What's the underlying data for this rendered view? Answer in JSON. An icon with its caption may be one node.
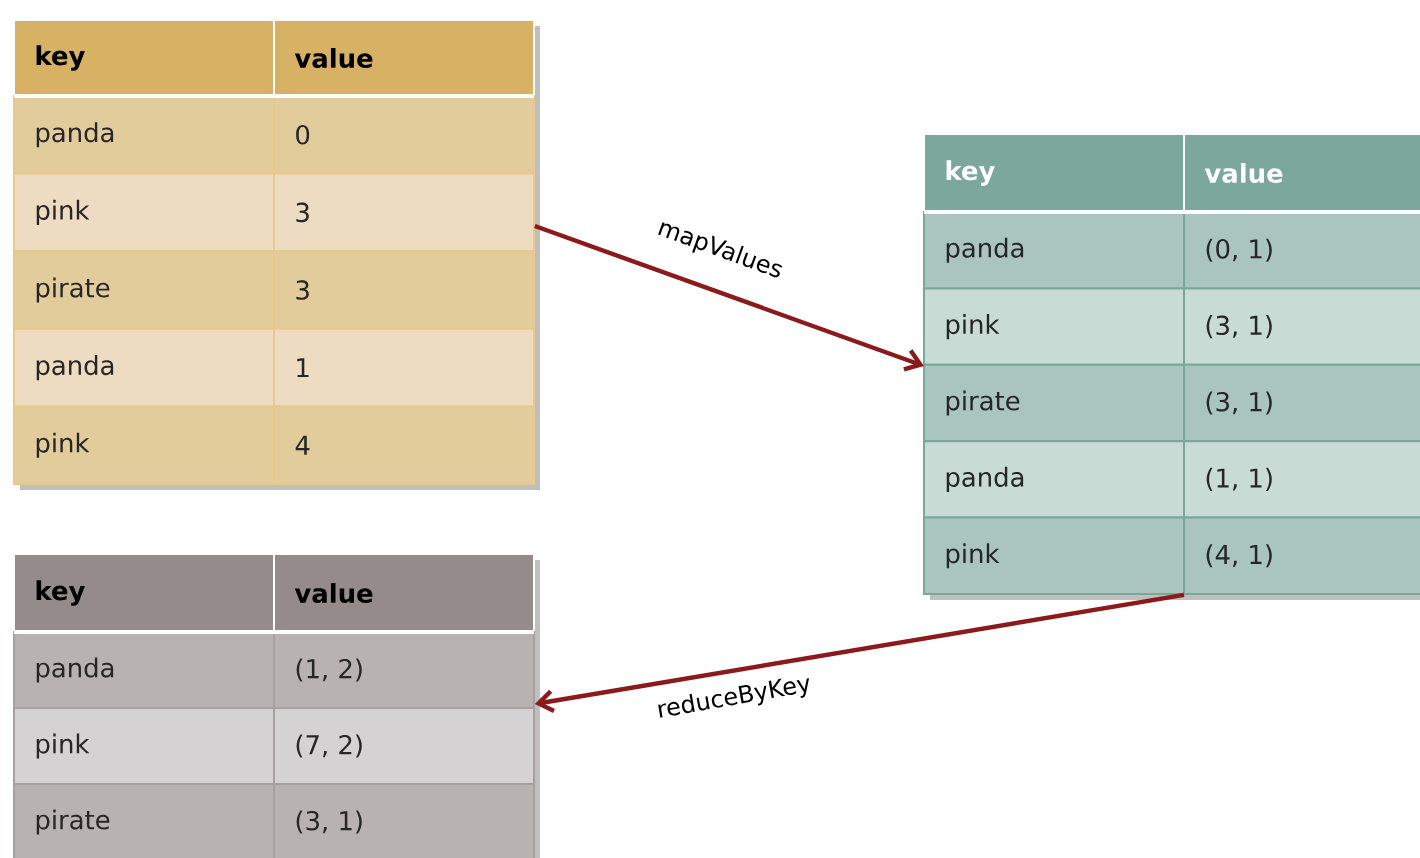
{
  "diagram": {
    "nodes": [
      {
        "text": [
          "key",
          "value",
          "panda",
          "0",
          "pink",
          "3",
          "pirate",
          "3",
          "panda",
          "1",
          "pink",
          "4"
        ]
      },
      {
        "text": [
          "key",
          "value",
          "panda",
          "(0, 1)",
          "pink",
          "(3, 1)",
          "pirate",
          "(3, 1)",
          "panda",
          "(1, 1)",
          "pink",
          "(4, 1)"
        ]
      },
      {
        "text": [
          "key",
          "value",
          "panda",
          "(1, 2)",
          "pink",
          "(7, 2)",
          "pirate",
          "(3, 1)"
        ]
      }
    ],
    "edges": [
      {
        "from": 0,
        "to": 1,
        "arrow": "to",
        "label": "mapValues"
      },
      {
        "from": 1,
        "to": 2,
        "arrow": "to",
        "label": "reduceByKey"
      }
    ]
  }
}
